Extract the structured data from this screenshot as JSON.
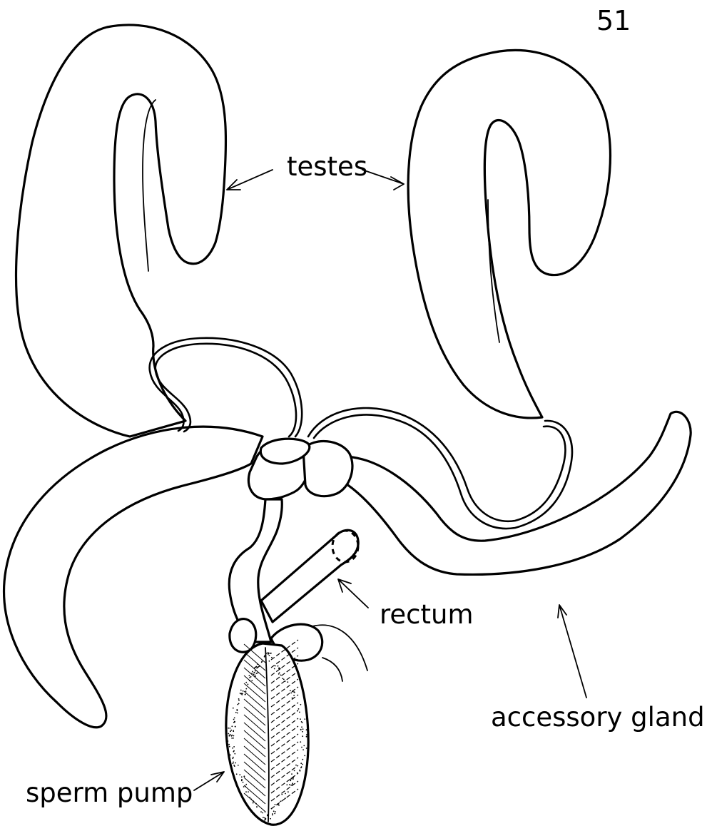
{
  "page_number": "51",
  "labels": {
    "testes": "testes",
    "rectum": "rectum",
    "accessory_gland": "accessory gland",
    "sperm_pump": "sperm pump"
  },
  "colors": {
    "ink": "#000000",
    "paper": "#ffffff"
  }
}
